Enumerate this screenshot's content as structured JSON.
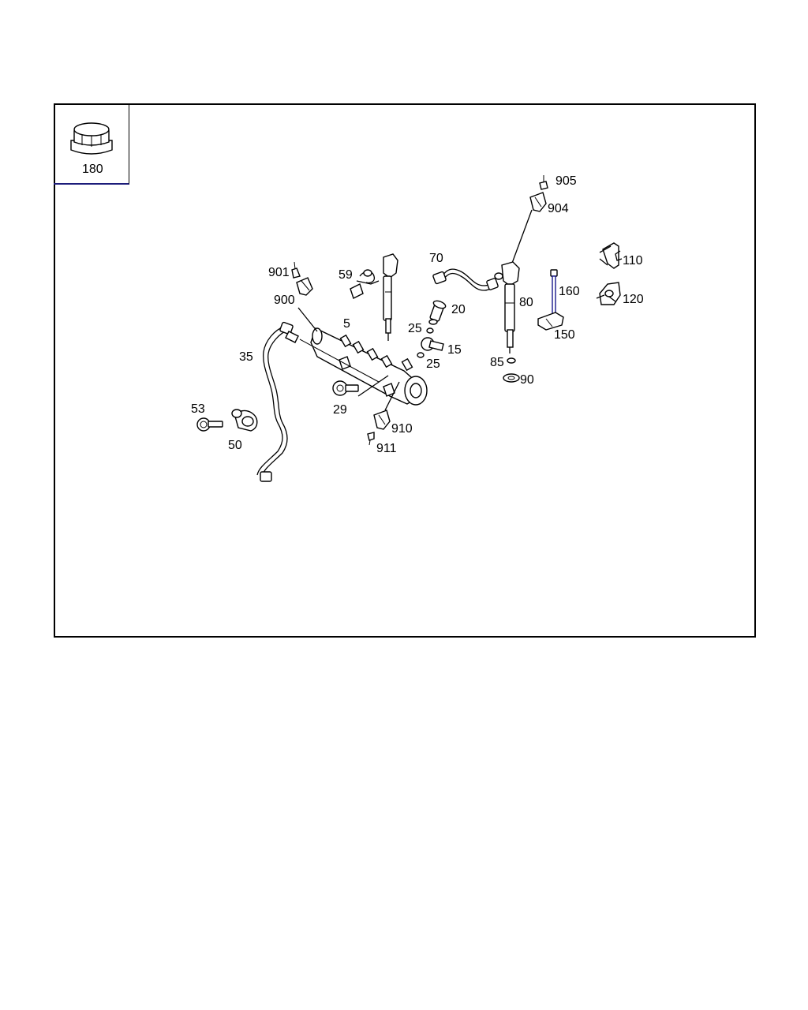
{
  "inset": {
    "label": "180",
    "icon": "cap-nut-icon"
  },
  "callouts": {
    "p5": "5",
    "p15": "15",
    "p20": "20",
    "p25a": "25",
    "p25b": "25",
    "p29": "29",
    "p35": "35",
    "p50": "50",
    "p53": "53",
    "p59": "59",
    "p70": "70",
    "p80": "80",
    "p85": "85",
    "p90": "90",
    "p110": "110",
    "p120": "120",
    "p150": "150",
    "p160": "160",
    "p900": "900",
    "p901": "901",
    "p904": "904",
    "p905": "905",
    "p910": "910",
    "p911": "911"
  },
  "colors": {
    "outline": "#000000",
    "highlight": "#1a1a8c"
  }
}
